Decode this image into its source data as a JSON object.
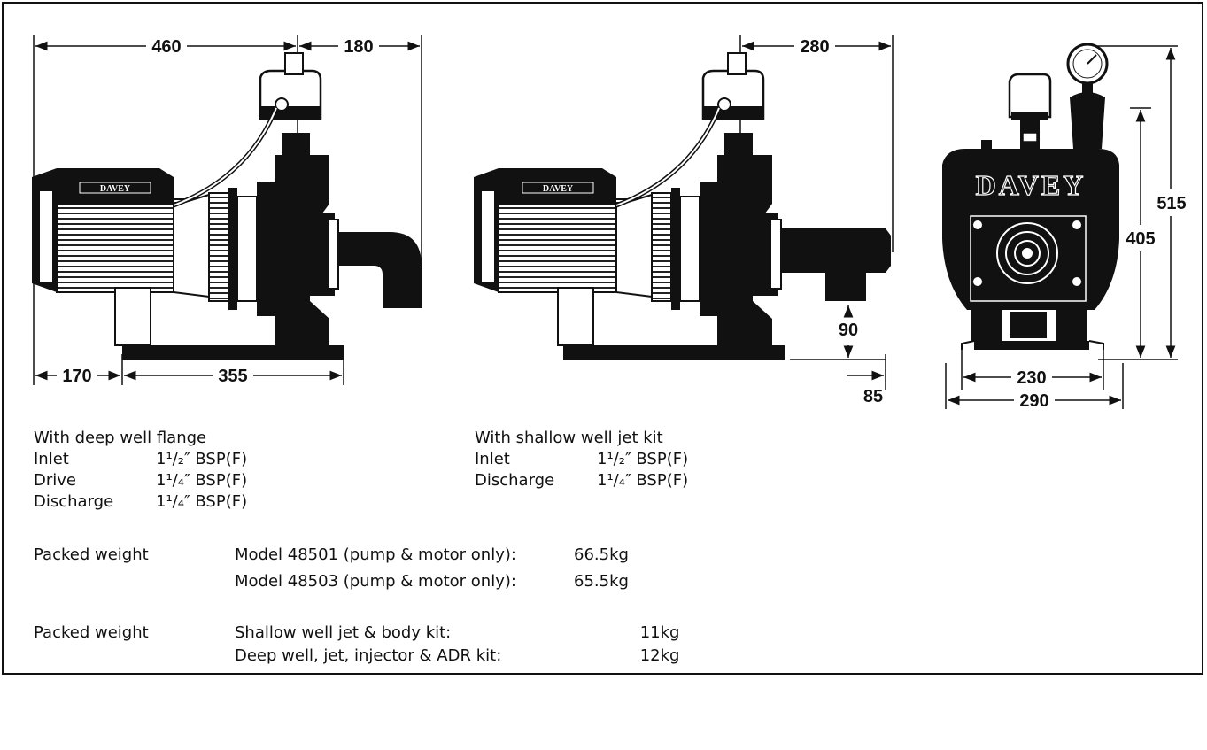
{
  "dimensions": {
    "d460": "460",
    "d180": "180",
    "d280": "280",
    "d170": "170",
    "d355": "355",
    "d90": "90",
    "d85": "85",
    "d515": "515",
    "d405": "405",
    "d230": "230",
    "d290": "290"
  },
  "brand": "DAVEY",
  "deep_well": {
    "heading": "With deep well flange",
    "rows": [
      {
        "label": "Inlet",
        "value": "1¹/₂″ BSP(F)"
      },
      {
        "label": "Drive",
        "value": "1¹/₄″ BSP(F)"
      },
      {
        "label": "Discharge",
        "value": "1¹/₄″ BSP(F)"
      }
    ]
  },
  "shallow_well": {
    "heading": "With shallow well jet kit",
    "rows": [
      {
        "label": "Inlet",
        "value": "1¹/₂″ BSP(F)"
      },
      {
        "label": "Discharge",
        "value": "1¹/₄″ BSP(F)"
      }
    ]
  },
  "weights_1": {
    "label": "Packed weight",
    "rows": [
      {
        "item": "Model 48501 (pump & motor only):",
        "value": "66.5kg"
      },
      {
        "item": "Model 48503 (pump & motor only):",
        "value": "65.5kg"
      }
    ]
  },
  "weights_2": {
    "label": "Packed weight",
    "rows": [
      {
        "item": "Shallow well jet & body kit:",
        "value": "11kg"
      },
      {
        "item": "Deep well, jet, injector & ADR kit:",
        "value": "12kg"
      }
    ]
  }
}
